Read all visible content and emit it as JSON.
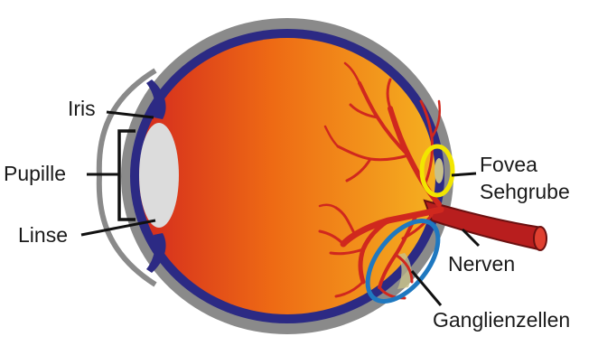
{
  "labels": {
    "iris": "Iris",
    "pupille": "Pupille",
    "linse": "Linse",
    "fovea": "Fovea",
    "sehgrube": "Sehgrube",
    "nerven": "Nerven",
    "ganglienzellen": "Ganglienzellen"
  },
  "colors": {
    "sclera": "#8a8a8a",
    "choroid": "#2c2a84",
    "vitreous_front": "#d42a1e",
    "vitreous_back": "#f5b020",
    "lens": "#dcdcdc",
    "vessel": "#d0281e",
    "fovea_ring": "#f2e600",
    "ganglion_ring": "#1f78c0",
    "retina_patch": "#c7c08a"
  }
}
